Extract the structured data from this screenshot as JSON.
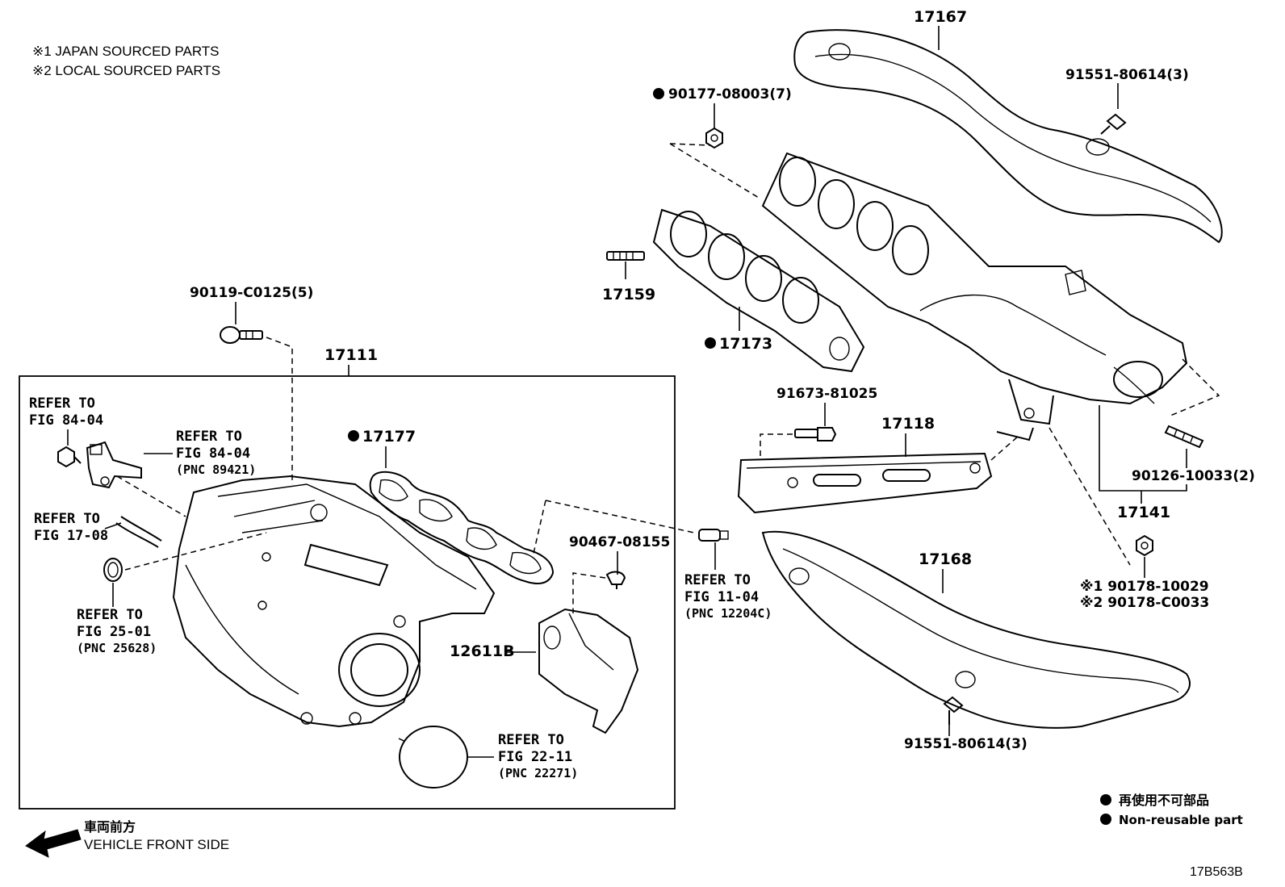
{
  "notes": {
    "japan_sourced": "※1 JAPAN SOURCED PARTS",
    "local_sourced": "※2 LOCAL SOURCED PARTS"
  },
  "parts": {
    "p17167": "17167",
    "p91551_top": "91551-80614(3)",
    "p90177": "90177-08003(7)",
    "p17159": "17159",
    "p17173": "17173",
    "p90119": "90119-C0125(5)",
    "p17111": "17111",
    "p17177": "17177",
    "p91673": "91673-81025",
    "p17118": "17118",
    "p90126": "90126-10033(2)",
    "p17141": "17141",
    "p90467": "90467-08155",
    "p12611b": "12611B",
    "p17168": "17168",
    "p90178_jp": "※1 90178-10029",
    "p90178_local": "※2 90178-C0033",
    "p91551_bottom": "91551-80614(3)"
  },
  "refs": {
    "r8404a": {
      "line1": "REFER TO",
      "line2": "FIG 84-04"
    },
    "r8404b": {
      "line1": "REFER TO",
      "line2": "FIG 84-04",
      "pnc": "(PNC 89421)"
    },
    "r1708": {
      "line1": "REFER TO",
      "line2": "FIG 17-08"
    },
    "r2501": {
      "line1": "REFER TO",
      "line2": "FIG 25-01",
      "pnc": "(PNC 25628)"
    },
    "r1104": {
      "line1": "REFER TO",
      "line2": "FIG 11-04",
      "pnc": "(PNC 12204C)"
    },
    "r2211": {
      "line1": "REFER TO",
      "line2": "FIG 22-11",
      "pnc": "(PNC 22271)"
    }
  },
  "legend": {
    "non_reusable_jp": "再使用不可部品",
    "non_reusable_en": "Non-reusable part"
  },
  "direction": {
    "jp": "車両前方",
    "en": "VEHICLE FRONT SIDE"
  },
  "figure_code": "17B563B",
  "colors": {
    "ink": "#000000",
    "paper": "#ffffff"
  }
}
